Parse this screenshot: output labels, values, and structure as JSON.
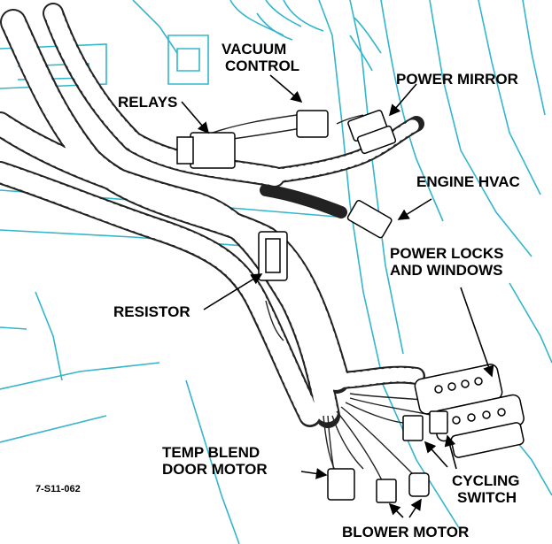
{
  "labels": {
    "vacuum_control": [
      "VACUUM",
      "CONTROL"
    ],
    "relays": "RELAYS",
    "power_mirror": "POWER MIRROR",
    "engine_hvac": "ENGINE HVAC",
    "power_locks_windows": [
      "POWER LOCKS",
      "AND WINDOWS"
    ],
    "resistor": "RESISTOR",
    "temp_blend": [
      "TEMP BLEND",
      "DOOR MOTOR"
    ],
    "cycling_switch": [
      "CYCLING",
      "SWITCH"
    ],
    "blower_motor": "BLOWER MOTOR",
    "figure_id": "7-S11-062"
  },
  "colors": {
    "background_lines": "#33b5cc",
    "harness": "#222222",
    "harness_fill": "#ffffff",
    "text": "#000000"
  }
}
